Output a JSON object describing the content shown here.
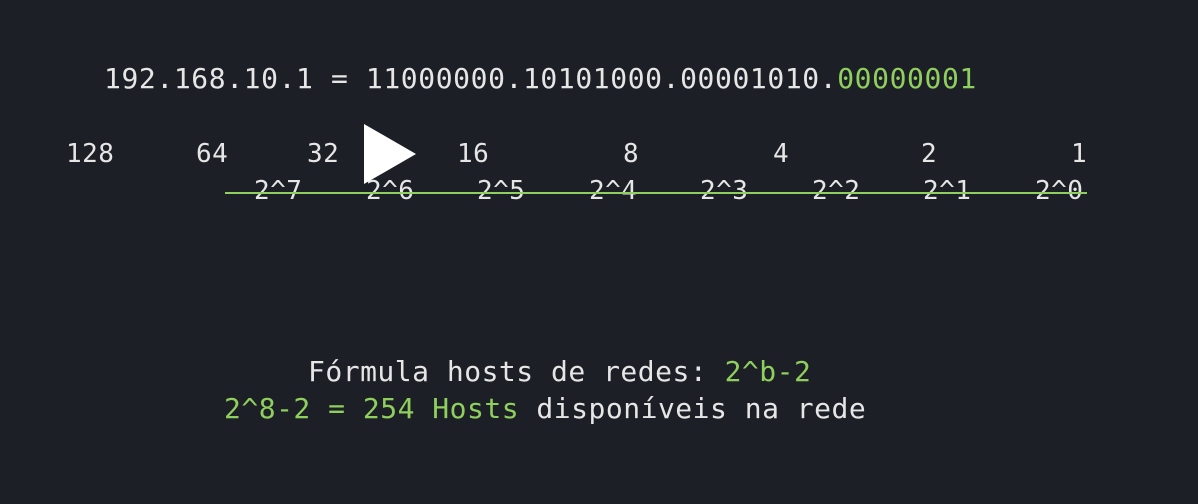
{
  "ip_line": {
    "prefix": "192.168.10.1 = 11000000.10101000.00001010.",
    "highlight": "00000001"
  },
  "values": [
    "128",
    "64",
    "32",
    "16",
    "8",
    "4",
    "2",
    "1"
  ],
  "powers": [
    "2^7",
    "2^6",
    "2^5",
    "2^4",
    "2^3",
    "2^2",
    "2^1",
    "2^0"
  ],
  "formula": {
    "label": "Fórmula hosts de redes: ",
    "expr": "2^b-2"
  },
  "result": {
    "highlight": "2^8-2 = 254 Hosts",
    "rest": " disponíveis na rede"
  },
  "colors": {
    "background": "#1d1f26",
    "text": "#e6e6e6",
    "accent": "#8fcf5e"
  },
  "icons": {
    "play": "play-icon"
  }
}
